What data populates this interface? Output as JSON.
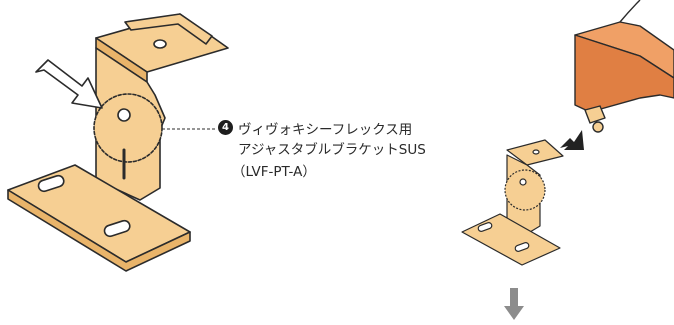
{
  "callout": {
    "number": "4",
    "line1": "ヴィヴォキシーフレックス用",
    "line2": "アジャスタブルブラケットSUS",
    "line3": "（LVF-PT-A）"
  },
  "colors": {
    "bracket_fill": "#f6cf93",
    "bracket_dark": "#e9b46a",
    "profile_fill": "#f0a066",
    "profile_dark": "#e07f43",
    "outline": "#2b2b2b",
    "arrow_dark": "#222222",
    "arrow_gray": "#8c8c8c"
  }
}
